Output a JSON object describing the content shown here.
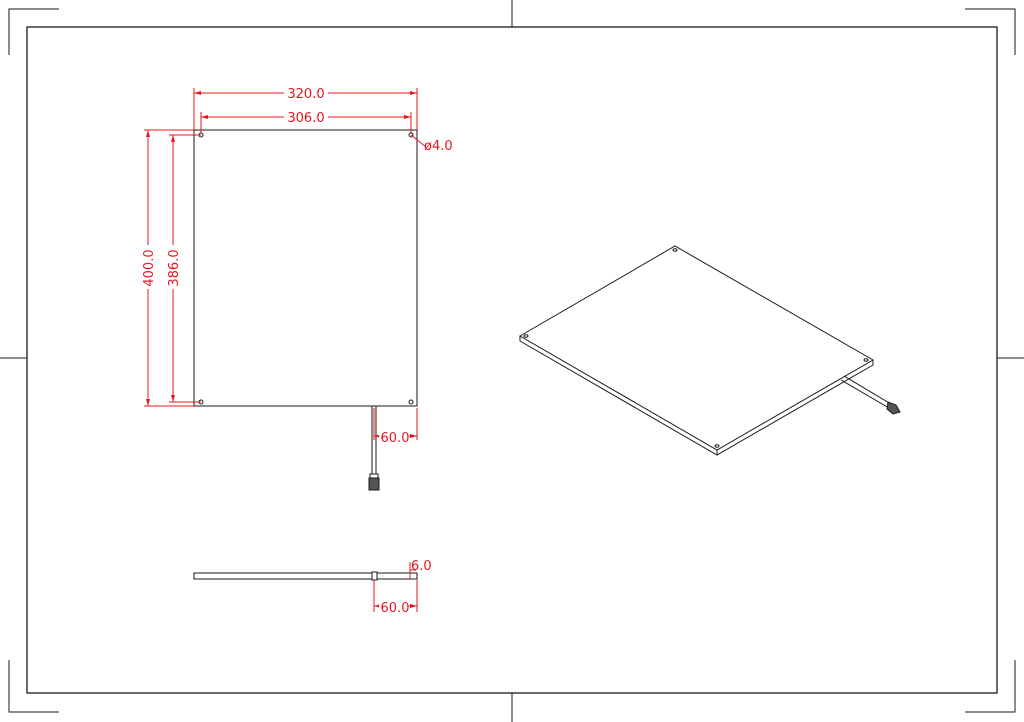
{
  "dimensions": {
    "plate_width": "320.0",
    "hole_spacing_x": "306.0",
    "hole_diameter": "ø4.0",
    "plate_height": "400.0",
    "hole_spacing_y": "386.0",
    "cable_offset_front": "60.0",
    "thickness": "6.0",
    "cable_offset_side": "60.0"
  },
  "colors": {
    "dimension": "#e8141c",
    "geometry": "#1a1a1a",
    "background": "#ffffff"
  }
}
